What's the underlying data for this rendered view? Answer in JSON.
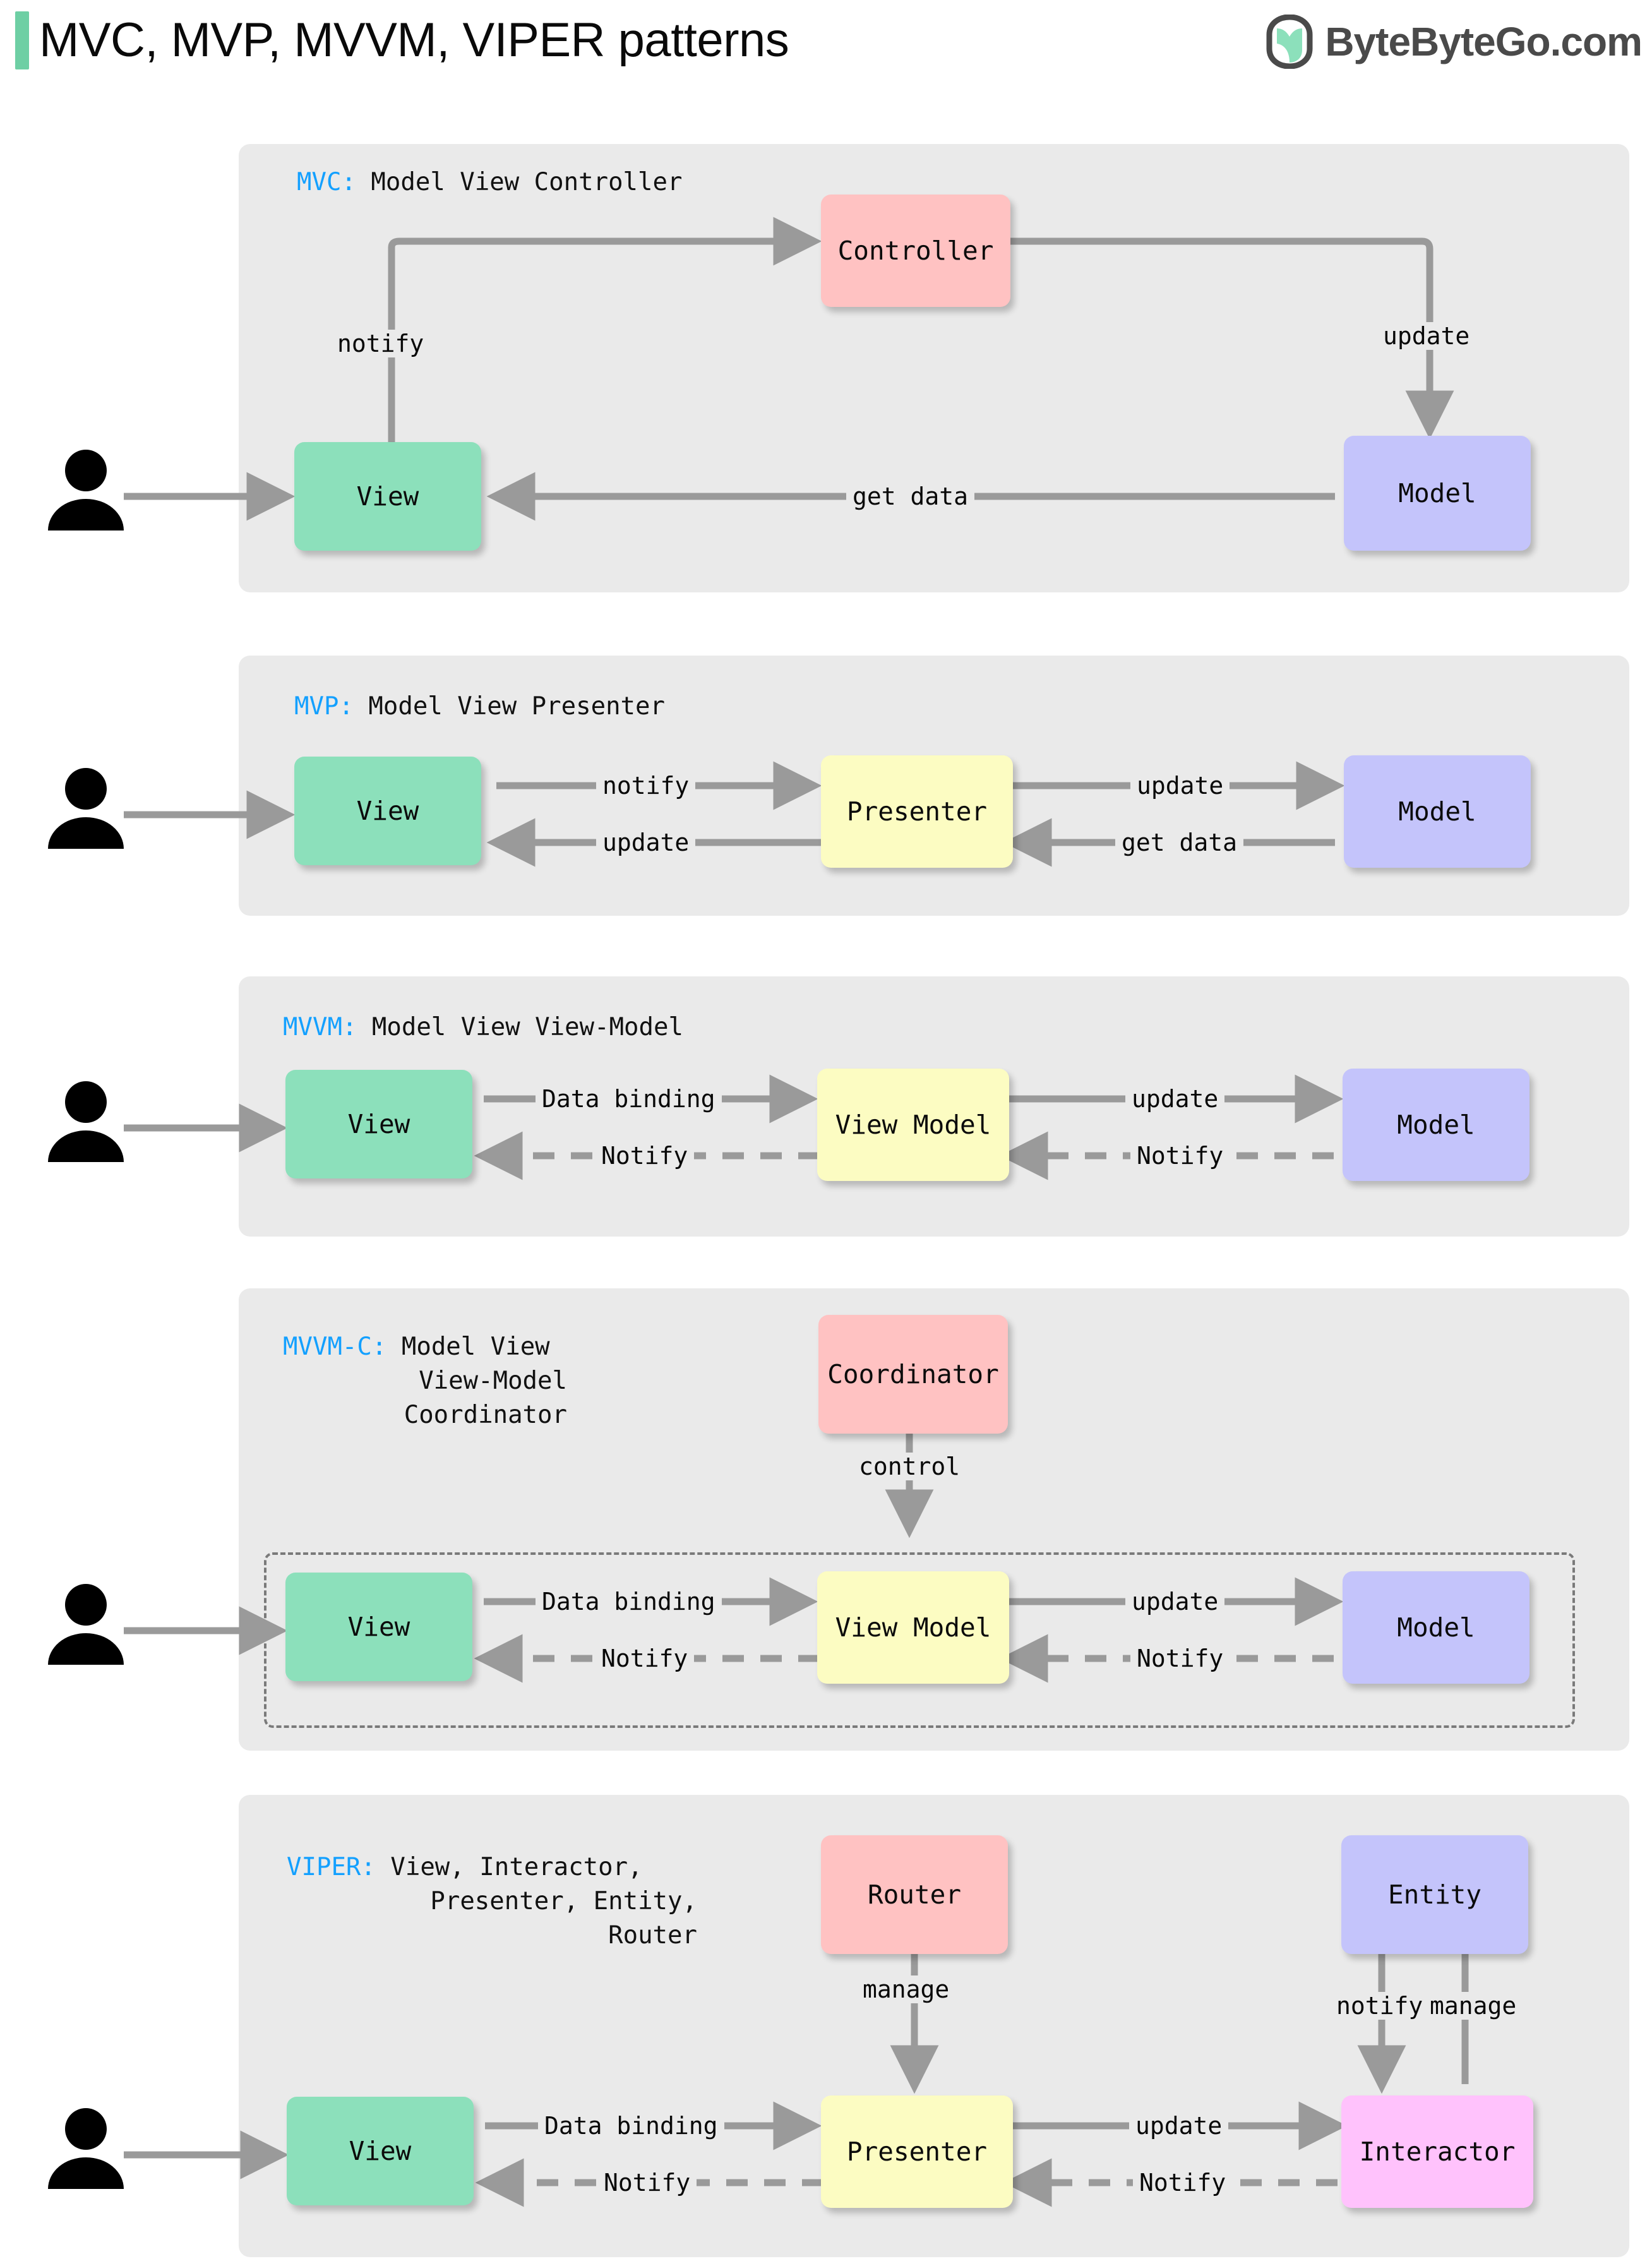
{
  "header": {
    "title": "MVC, MVP, MVVM, VIPER patterns",
    "brand_text": "ByteByteGo.com",
    "accent_color": "#6ECFA4",
    "brand_color": "#4A4A4A"
  },
  "colors": {
    "panel_bg": "#EAEAEA",
    "view": "#8CE0BB",
    "model": "#C4C4FB",
    "controller": "#FFC2C2",
    "presenter": "#FCFCC2",
    "interactor": "#FFC2FC",
    "arrow": "#9A9A9A",
    "keyword_blue": "#13A0FF"
  },
  "sections": [
    {
      "id": "mvc",
      "caption_key": "MVC:",
      "caption_rest": " Model View Controller",
      "nodes": {
        "view": "View",
        "controller": "Controller",
        "model": "Model"
      },
      "edges": [
        {
          "label": "notify",
          "from": "View",
          "to": "Controller",
          "style": "solid"
        },
        {
          "label": "update",
          "from": "Controller",
          "to": "Model",
          "style": "solid"
        },
        {
          "label": "get data",
          "from": "Model",
          "to": "View",
          "style": "solid"
        }
      ]
    },
    {
      "id": "mvp",
      "caption_key": "MVP:",
      "caption_rest": " Model View Presenter",
      "nodes": {
        "view": "View",
        "presenter": "Presenter",
        "model": "Model"
      },
      "edges": [
        {
          "label": "notify",
          "from": "View",
          "to": "Presenter",
          "style": "solid"
        },
        {
          "label": "update",
          "from": "Presenter",
          "to": "Model",
          "style": "solid"
        },
        {
          "label": "update",
          "from": "Presenter",
          "to": "View",
          "style": "solid"
        },
        {
          "label": "get data",
          "from": "Model",
          "to": "Presenter",
          "style": "solid"
        }
      ]
    },
    {
      "id": "mvvm",
      "caption_key": "MVVM:",
      "caption_rest": " Model View View-Model",
      "nodes": {
        "view": "View",
        "viewmodel": "View Model",
        "model": "Model"
      },
      "edges": [
        {
          "label": "Data binding",
          "from": "View",
          "to": "View Model",
          "style": "solid"
        },
        {
          "label": "update",
          "from": "View Model",
          "to": "Model",
          "style": "solid"
        },
        {
          "label": "Notify",
          "from": "View Model",
          "to": "View",
          "style": "dashed"
        },
        {
          "label": "Notify",
          "from": "Model",
          "to": "View Model",
          "style": "dashed"
        }
      ]
    },
    {
      "id": "mvvmc",
      "caption_key": "MVVM-C:",
      "caption_rest": " Model View",
      "caption_line2": "View-Model",
      "caption_line3": "Coordinator",
      "nodes": {
        "coordinator": "Coordinator",
        "view": "View",
        "viewmodel": "View Model",
        "model": "Model"
      },
      "edges": [
        {
          "label": "control",
          "from": "Coordinator",
          "to": "group",
          "style": "solid"
        },
        {
          "label": "Data binding",
          "from": "View",
          "to": "View Model",
          "style": "solid"
        },
        {
          "label": "update",
          "from": "View Model",
          "to": "Model",
          "style": "solid"
        },
        {
          "label": "Notify",
          "from": "View Model",
          "to": "View",
          "style": "dashed"
        },
        {
          "label": "Notify",
          "from": "Model",
          "to": "View Model",
          "style": "dashed"
        }
      ]
    },
    {
      "id": "viper",
      "caption_key": "VIPER:",
      "caption_rest": " View, Interactor,",
      "caption_line2": "Presenter, Entity,",
      "caption_line3": "Router",
      "nodes": {
        "router": "Router",
        "entity": "Entity",
        "view": "View",
        "presenter": "Presenter",
        "interactor": "Interactor"
      },
      "edges": [
        {
          "label": "manage",
          "from": "Router",
          "to": "Presenter",
          "style": "solid"
        },
        {
          "label": "notify",
          "from": "Entity",
          "to": "Interactor",
          "style": "solid"
        },
        {
          "label": "manage",
          "from": "Interactor",
          "to": "Entity",
          "style": "solid"
        },
        {
          "label": "Data binding",
          "from": "View",
          "to": "Presenter",
          "style": "solid"
        },
        {
          "label": "update",
          "from": "Presenter",
          "to": "Interactor",
          "style": "solid"
        },
        {
          "label": "Notify",
          "from": "Presenter",
          "to": "View",
          "style": "dashed"
        },
        {
          "label": "Notify",
          "from": "Interactor",
          "to": "Presenter",
          "style": "dashed"
        }
      ]
    }
  ]
}
